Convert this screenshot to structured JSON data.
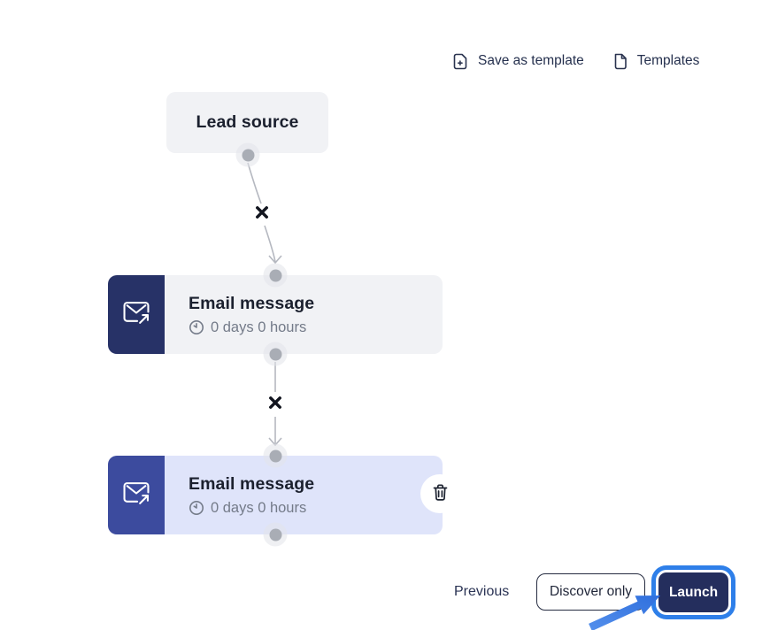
{
  "header": {
    "buttons": [
      {
        "label": "Save as template",
        "icon": "file-plus-icon"
      },
      {
        "label": "Templates",
        "icon": "file-icon"
      }
    ]
  },
  "flow": {
    "nodes": [
      {
        "id": "lead-source",
        "title": "Lead source"
      },
      {
        "id": "email-message-1",
        "title": "Email message",
        "delay": "0 days 0 hours",
        "icon": "email-send-icon",
        "delay_icon": "clock-icon",
        "selected": false
      },
      {
        "id": "email-message-2",
        "title": "Email message",
        "delay": "0 days 0 hours",
        "icon": "email-send-icon",
        "delay_icon": "clock-icon",
        "selected": true,
        "actions": [
          "trash-icon"
        ]
      }
    ],
    "connectors": [
      {
        "from": "lead-source",
        "to": "email-message-1",
        "remove_icon": "cross-icon"
      },
      {
        "from": "email-message-1",
        "to": "email-message-2",
        "remove_icon": "cross-icon"
      }
    ]
  },
  "footer": {
    "previous_label": "Previous",
    "discover_only_label": "Discover only",
    "launch_label": "Launch"
  },
  "annotation": {
    "type": "highlight",
    "target": "launch-button",
    "elements": [
      "highlight-ring",
      "pointer-arrow"
    ],
    "color": "#2e7fe9"
  },
  "colors": {
    "navy": "#242e5d",
    "indigo": "#3c4b9e",
    "node_gray": "#f1f2f5",
    "node_lavender": "#dfe4fa",
    "text_dark": "#1b202e",
    "text_muted": "#747b89",
    "connector": "#b5b8c0",
    "highlight_blue": "#2e7fe9"
  }
}
